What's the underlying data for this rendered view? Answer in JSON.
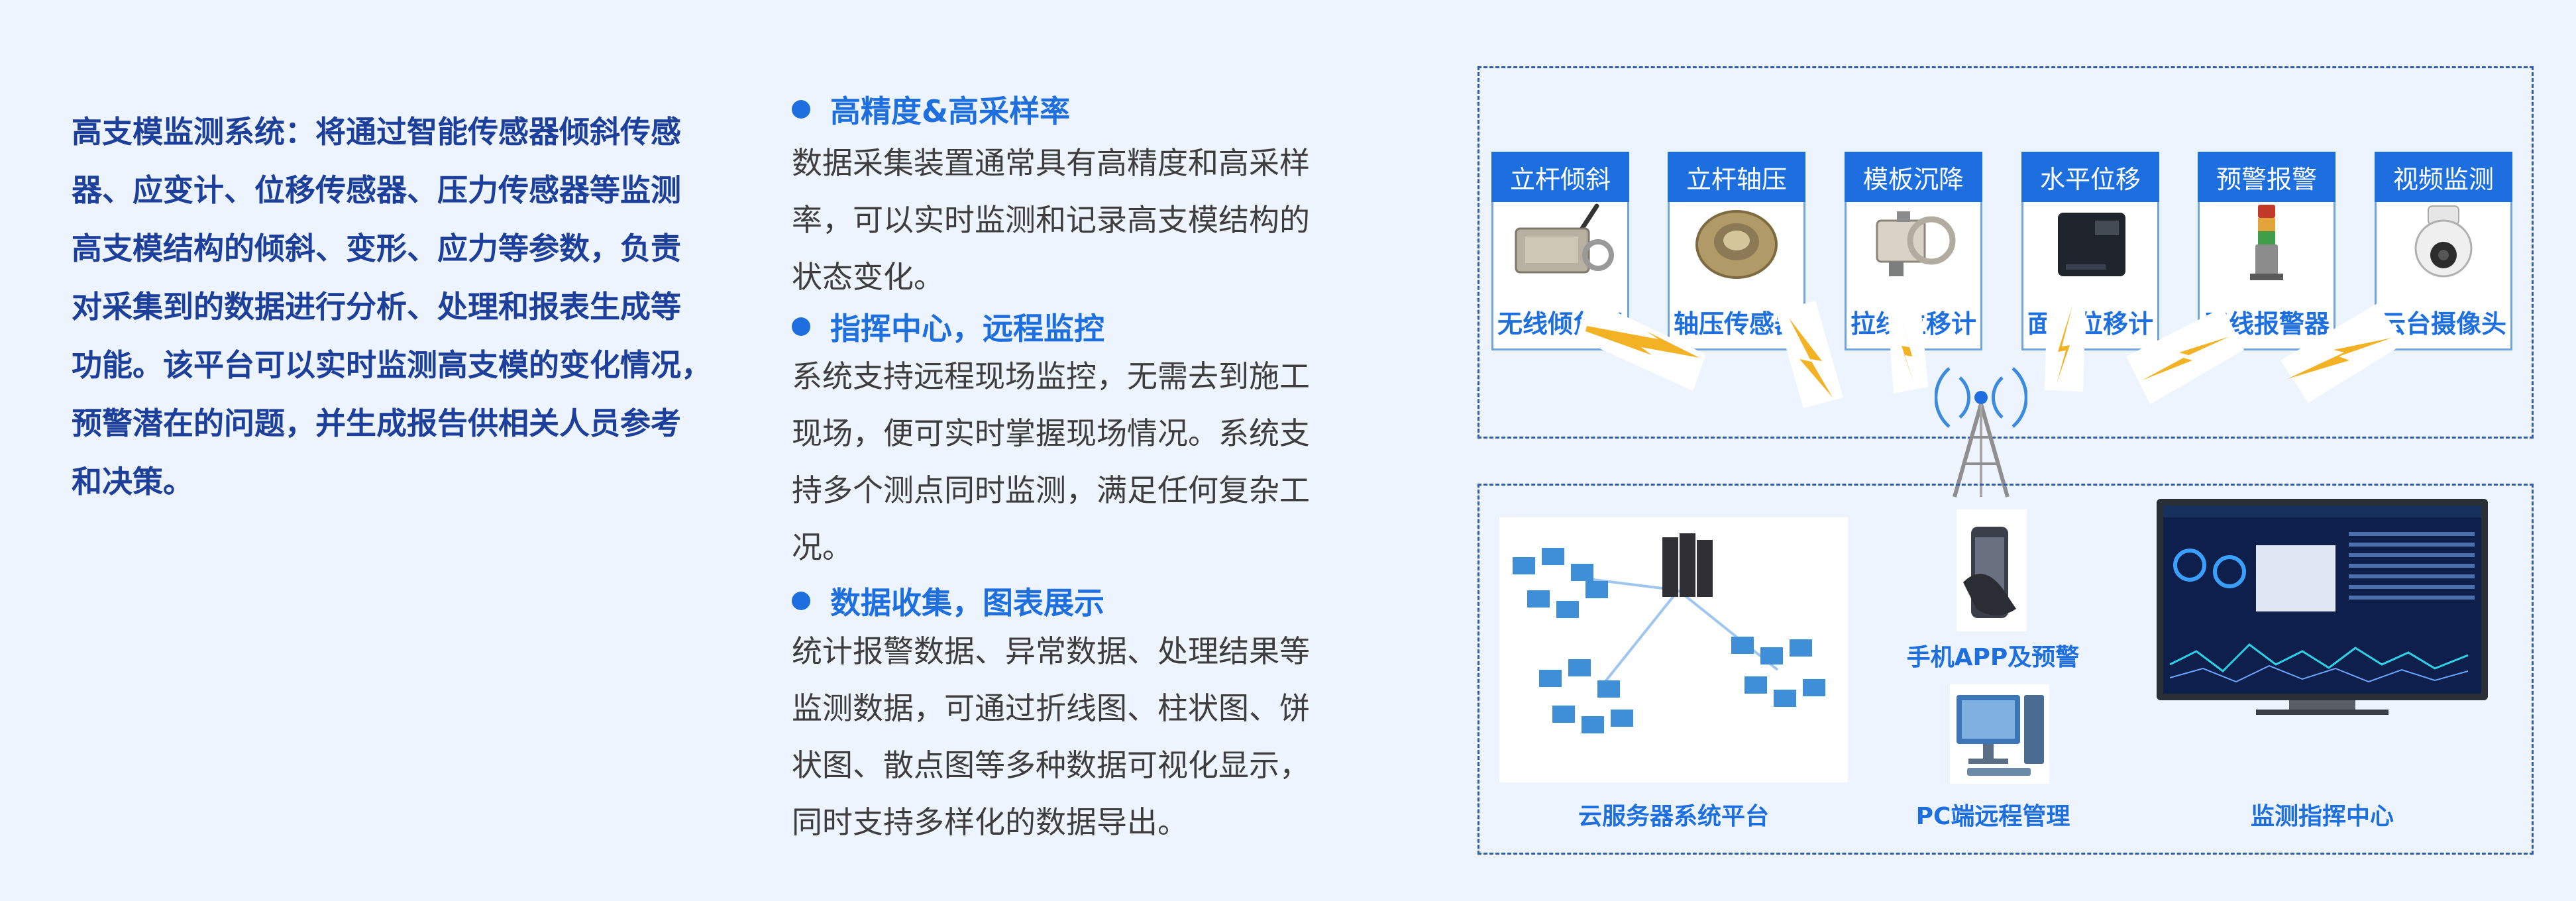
{
  "intro": {
    "lines": [
      "高支模监测系统：将通过智能传感器倾斜传感",
      "器、应变计、位移传感器、压力传感器等监测",
      "高支模结构的倾斜、变形、应力等参数，负责",
      "对采集到的数据进行分析、处理和报表生成等",
      "功能。该平台可以实时监测高支模的变化情况，",
      "预警潜在的问题，并生成报告供相关人员参考",
      "和决策。"
    ]
  },
  "features": [
    {
      "title": "高精度&高采样率",
      "lines": [
        "数据采集装置通常具有高精度和高采样",
        "率，可以实时监测和记录高支模结构的",
        "状态变化。"
      ]
    },
    {
      "title": "指挥中心，远程监控",
      "lines": [
        "系统支持远程现场监控，无需去到施工",
        "现场，便可实时掌握现场情况。系统支",
        "持多个测点同时监测，满足任何复杂工",
        "况。"
      ]
    },
    {
      "title": "数据收集，图表展示",
      "lines": [
        "统计报警数据、异常数据、处理结果等",
        "监测数据，可通过折线图、柱状图、饼",
        "状图、散点图等多种数据可视化显示，",
        "同时支持多样化的数据导出。"
      ]
    }
  ],
  "sensors": [
    {
      "header": "立杆倾斜",
      "name": "无线倾角仪",
      "icon": "tilt-sensor-icon"
    },
    {
      "header": "立杆轴压",
      "name": "轴压传感器",
      "icon": "axial-pressure-sensor-icon"
    },
    {
      "header": "模板沉降",
      "name": "拉线位移计",
      "icon": "wire-displacement-meter-icon"
    },
    {
      "header": "水平位移",
      "name": "面阵位移计",
      "icon": "array-displacement-meter-icon"
    },
    {
      "header": "预警报警",
      "name": "无线报警器",
      "icon": "alarm-light-icon"
    },
    {
      "header": "视频监测",
      "name": "云台摄像头",
      "icon": "ptz-camera-icon"
    }
  ],
  "platforms": {
    "cloud": "云服务器系统平台",
    "mobile": "手机APP及预警",
    "pc": "PC端远程管理",
    "center": "监测指挥中心"
  },
  "colors": {
    "background": "#eef4fd",
    "heading_blue": "#1d3f9c",
    "accent_blue": "#1d6fe0",
    "body_text": "#3d3d3d",
    "bolt_yellow": "#f2b224"
  }
}
